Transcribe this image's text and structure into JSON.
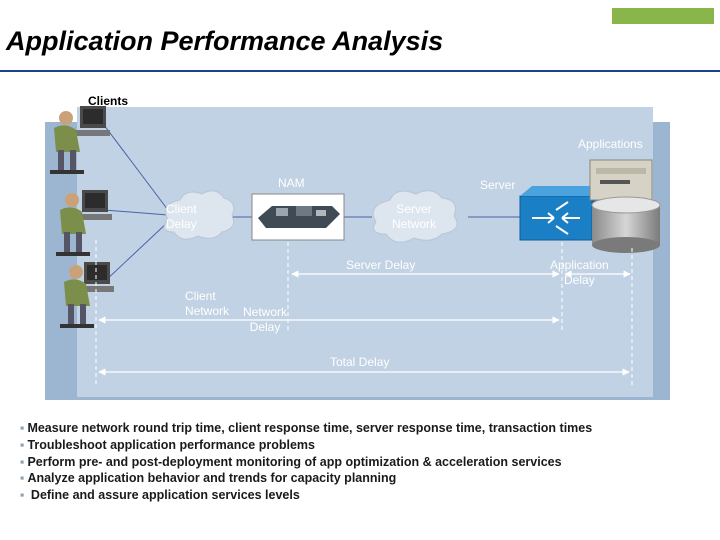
{
  "title": "Application Performance Analysis",
  "labels": {
    "clients": "Clients",
    "applications": "Applications",
    "nam": "NAM",
    "server": "Server",
    "client_delay": "Client\nDelay",
    "server_network": "Server\nNetwork",
    "server_delay": "Server Delay",
    "application_delay": "Application\nDelay",
    "client_network": "Client\nNetwork",
    "network_delay": "Network\nDelay",
    "total_delay": "Total Delay"
  },
  "bullets": [
    "Measure network round trip time, client response time, server response time, transaction times",
    "Troubleshoot application performance problems",
    "Perform pre- and post-deployment monitoring of app optimization & acceleration services",
    "Analyze application behavior and trends for capacity planning",
    " Define and assure application services levels"
  ],
  "colors": {
    "title_rule": "#1f3f8f",
    "accent": "#8ab54a",
    "background_outer": "#9cb6d1",
    "background_inner": "#c0d2e3",
    "router": "#1a7fc4",
    "label_text": "#ffffff"
  }
}
